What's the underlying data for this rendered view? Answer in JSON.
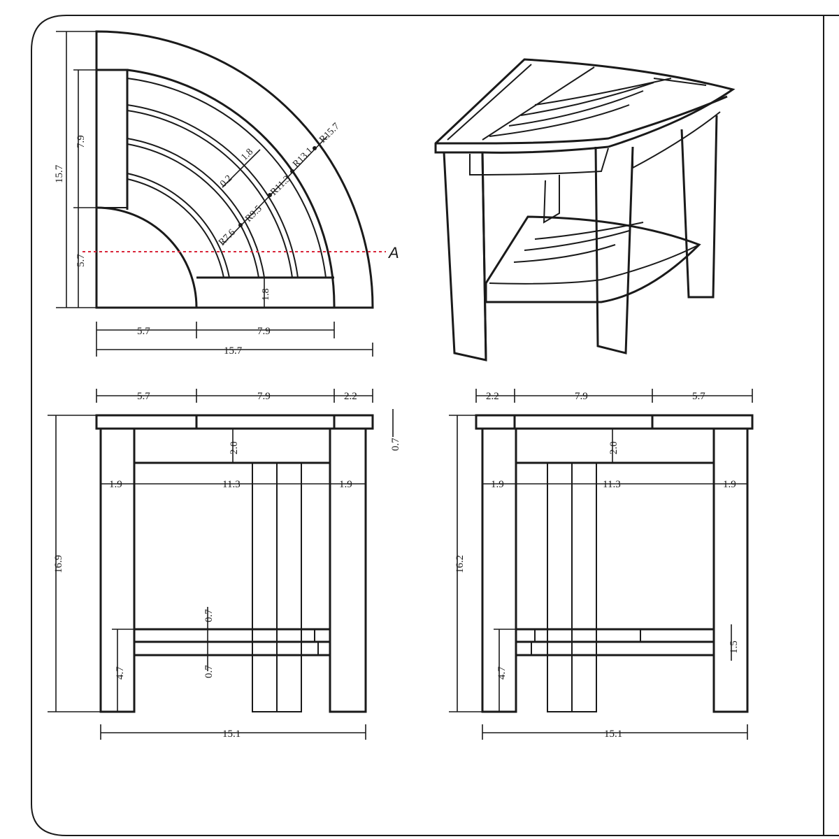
{
  "top_view": {
    "dim_overall_width": "15.7",
    "dim_overall_depth": "15.7",
    "dim_inner_width": "5.7",
    "dim_slat_width": "7.9",
    "dim_left_upper": "7.9",
    "dim_left_lower": "5.7",
    "dim_slat_gap": "0.2",
    "dim_slat_thickness": "1.8",
    "dim_front_rail": "1.8",
    "radius_1": "R7.6",
    "radius_2": "R9.5",
    "radius_3": "R11.3",
    "radius_4": "R13.1",
    "radius_5": "R15.7",
    "section_label": "A"
  },
  "front_view_left": {
    "dim_top_left": "5.7",
    "dim_top_mid": "7.9",
    "dim_top_right": "2.2",
    "dim_seat_thickness": "0.7",
    "dim_apron": "2.0",
    "dim_leg_left": "1.9",
    "dim_inner": "11.3",
    "dim_leg_right": "1.9",
    "dim_height": "16.9",
    "dim_shelf_top": "0.7",
    "dim_shelf_bottom": "0.7",
    "dim_shelf_height": "4.7",
    "dim_base_width": "15.1"
  },
  "front_view_right": {
    "dim_top_left": "2.2",
    "dim_top_mid": "7.9",
    "dim_top_right": "5.7",
    "dim_apron": "2.0",
    "dim_leg_left": "1.9",
    "dim_inner": "11.3",
    "dim_leg_right": "1.9",
    "dim_height": "16.2",
    "dim_shelf_height": "4.7",
    "dim_shelf_right": "1.5",
    "dim_base_width": "15.1"
  }
}
